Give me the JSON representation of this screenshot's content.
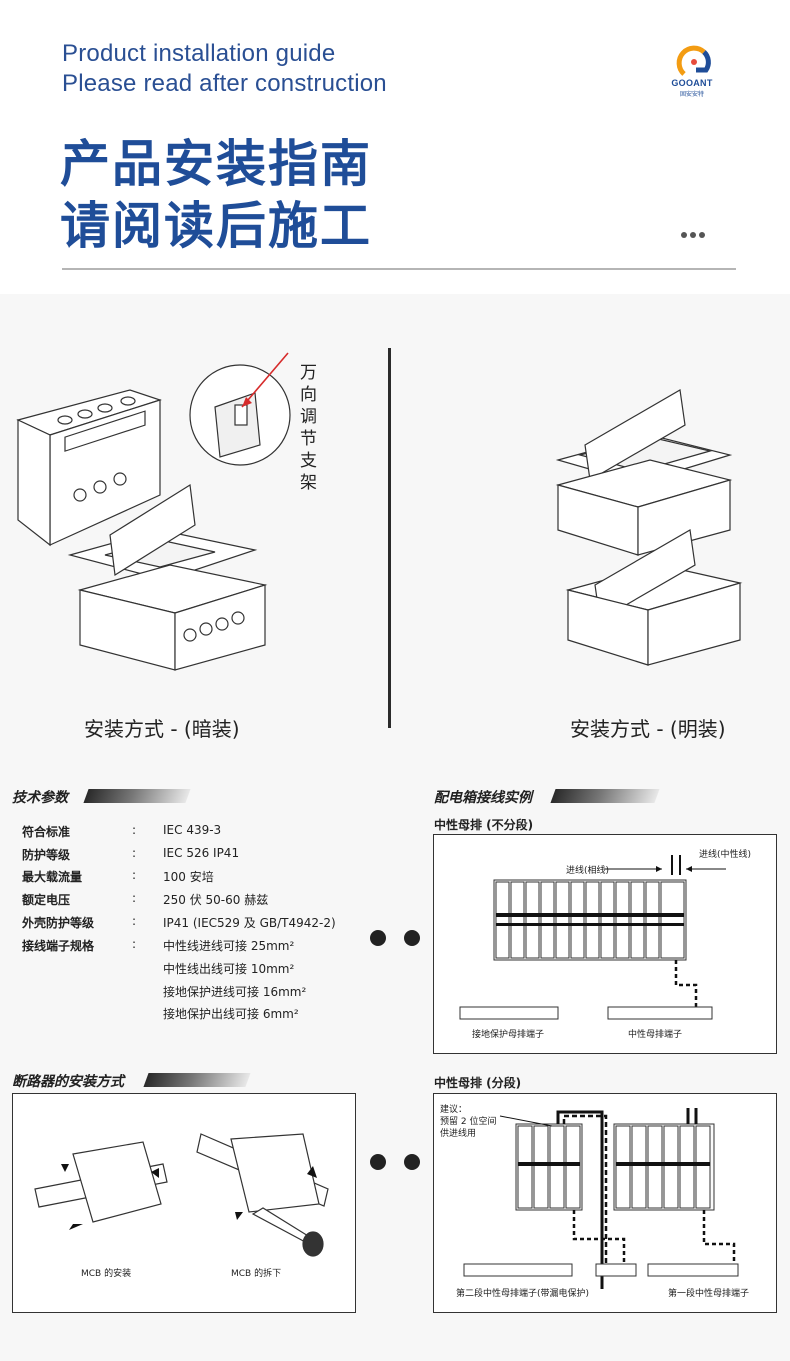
{
  "header": {
    "en_line1": "Product installation guide",
    "en_line2": "Please read after construction",
    "cn_line1": "产品安装指南",
    "cn_line2": "请阅读后施工",
    "logo_text": "GOOANT",
    "logo_sub": "固安安特"
  },
  "installation": {
    "bracket_label": "万向调节支架",
    "concealed_label": "安装方式 - (暗装)",
    "surface_label": "安装方式 - (明装)"
  },
  "tech_params": {
    "title": "技术参数",
    "rows": [
      {
        "label": "符合标准",
        "colon": ":",
        "value": "IEC 439-3"
      },
      {
        "label": "防护等级",
        "colon": ":",
        "value": "IEC 526 IP41"
      },
      {
        "label": "最大载流量",
        "colon": ":",
        "value": "100 安培"
      },
      {
        "label": "额定电压",
        "colon": ":",
        "value": "250 伏 50-60 赫兹"
      },
      {
        "label": "外壳防护等级",
        "colon": ":",
        "value": "IP41 (IEC529 及 GB/T4942-2)"
      },
      {
        "label": "接线端子规格",
        "colon": ":",
        "value": "中性线进线可接 25mm²"
      }
    ],
    "extra_values": [
      "中性线出线可接 10mm²",
      "接地保护进线可接 16mm²",
      "接地保护出线可接 6mm²"
    ]
  },
  "wiring": {
    "title": "配电箱接线实例",
    "unsegmented": {
      "title": "中性母排 (不分段)",
      "phase_in": "进线(相线)",
      "neutral_in": "进线(中性线)",
      "ground_terminal": "接地保护母排端子",
      "neutral_terminal": "中性母排端子"
    },
    "segmented": {
      "title": "中性母排 (分段)",
      "note": [
        "建议：",
        "预留 2 位空间",
        "供进线用"
      ],
      "second_terminal": "第二段中性母排端子(带漏电保护)",
      "first_terminal": "第一段中性母排端子"
    }
  },
  "mcb": {
    "title": "断路器的安装方式",
    "install_caption": "MCB 的安装",
    "remove_caption": "MCB 的拆下"
  }
}
